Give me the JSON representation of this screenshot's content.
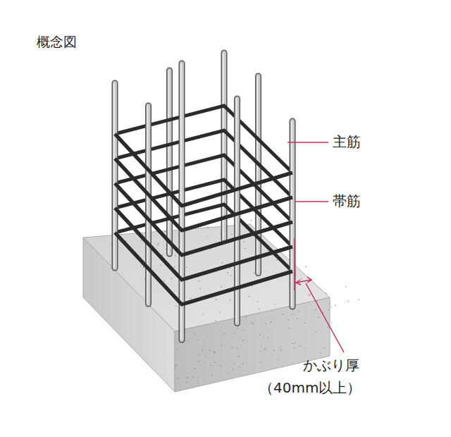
{
  "diagram": {
    "title": "概念図",
    "labels": [
      "主筋",
      "帯筋",
      "かぶり厚",
      "（40mm以上）"
    ]
  }
}
